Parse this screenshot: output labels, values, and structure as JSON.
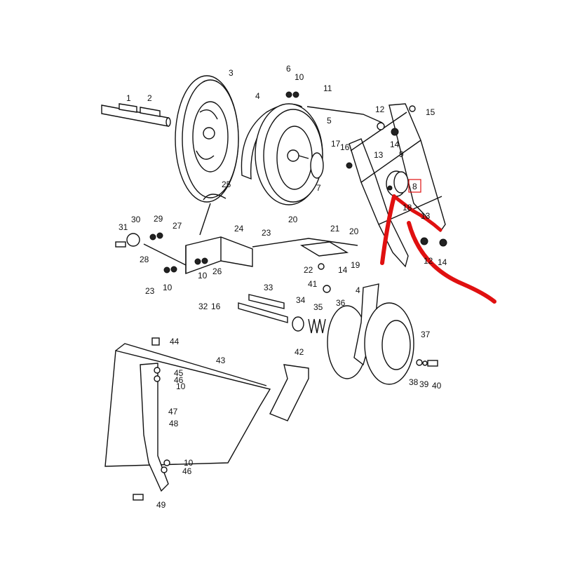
{
  "diagram": {
    "type": "exploded parts diagram",
    "highlighted_callout": "8",
    "annotation_color": "#e01010",
    "callouts": [
      "1",
      "2",
      "3",
      "4",
      "5",
      "6",
      "10",
      "11",
      "12",
      "15",
      "14",
      "13",
      "17",
      "16",
      "9",
      "7",
      "8",
      "18",
      "13",
      "12",
      "14",
      "25",
      "30",
      "29",
      "31",
      "27",
      "24",
      "23",
      "21",
      "20",
      "20",
      "28",
      "22",
      "14",
      "19",
      "26",
      "10",
      "23",
      "10",
      "32",
      "16",
      "33",
      "41",
      "4",
      "34",
      "35",
      "36",
      "37",
      "38",
      "39",
      "40",
      "44",
      "43",
      "42",
      "45",
      "46",
      "10",
      "47",
      "48",
      "10",
      "46",
      "49"
    ]
  }
}
